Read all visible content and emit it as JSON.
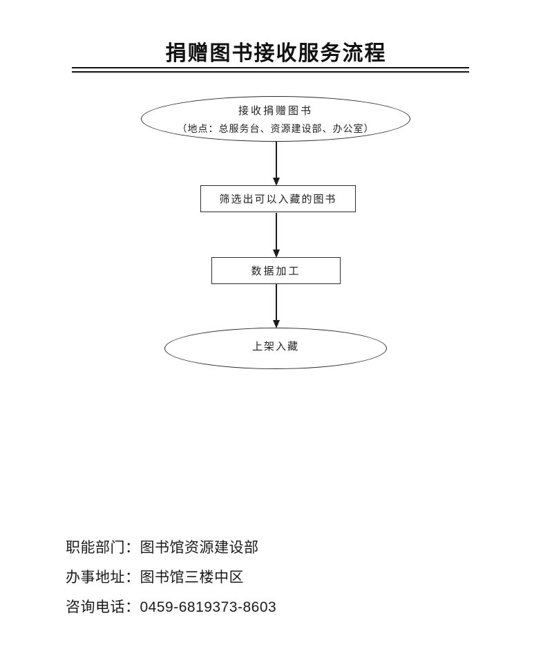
{
  "title": "捐赠图书接收服务流程",
  "flowchart": {
    "start": {
      "line1": "接收捐赠图书",
      "line2": "（地点：总服务台、资源建设部、办公室）"
    },
    "step1": "筛选出可以入藏的图书",
    "step2": "数据加工",
    "end": "上架入藏"
  },
  "footer": {
    "department": "职能部门：图书馆资源建设部",
    "address": "办事地址：图书馆三楼中区",
    "phone": "咨询电话：0459-6819373-8603"
  },
  "colors": {
    "ink": "#1a1a1a",
    "shape_border": "#2b2b2b",
    "background": "#ffffff"
  }
}
